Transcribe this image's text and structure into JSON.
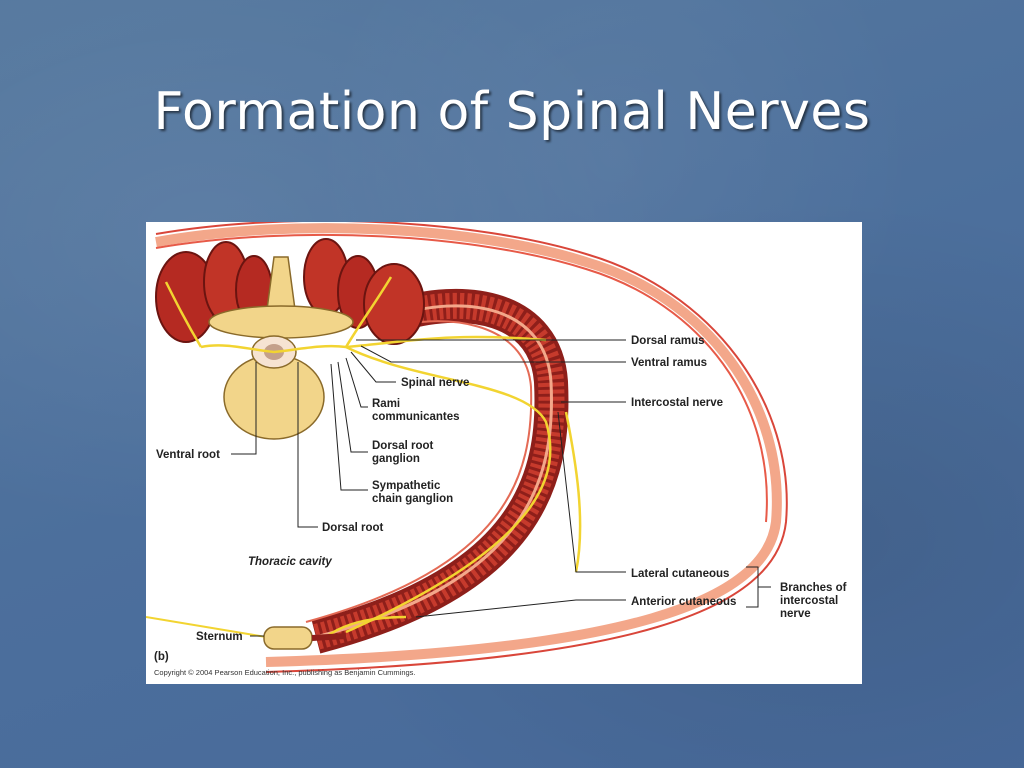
{
  "slide": {
    "title": "Formation of Spinal Nerves"
  },
  "figure": {
    "labels": {
      "dorsal_ramus": "Dorsal ramus",
      "ventral_ramus": "Ventral ramus",
      "spinal_nerve": "Spinal nerve",
      "rami_communicantes_1": "Rami",
      "rami_communicantes_2": "communicantes",
      "intercostal_nerve": "Intercostal nerve",
      "ventral_root": "Ventral root",
      "dorsal_root_ganglion_1": "Dorsal root",
      "dorsal_root_ganglion_2": "ganglion",
      "sympathetic_chain_1": "Sympathetic",
      "sympathetic_chain_2": "chain ganglion",
      "dorsal_root": "Dorsal root",
      "thoracic_cavity": "Thoracic cavity",
      "lateral_cutaneous": "Lateral cutaneous",
      "anterior_cutaneous": "Anterior cutaneous",
      "branches_1": "Branches of",
      "branches_2": "intercostal",
      "branches_3": "nerve",
      "sternum": "Sternum",
      "panel": "(b)",
      "copyright": "Copyright © 2004 Pearson Education, Inc., publishing as Benjamin Cummings."
    }
  }
}
